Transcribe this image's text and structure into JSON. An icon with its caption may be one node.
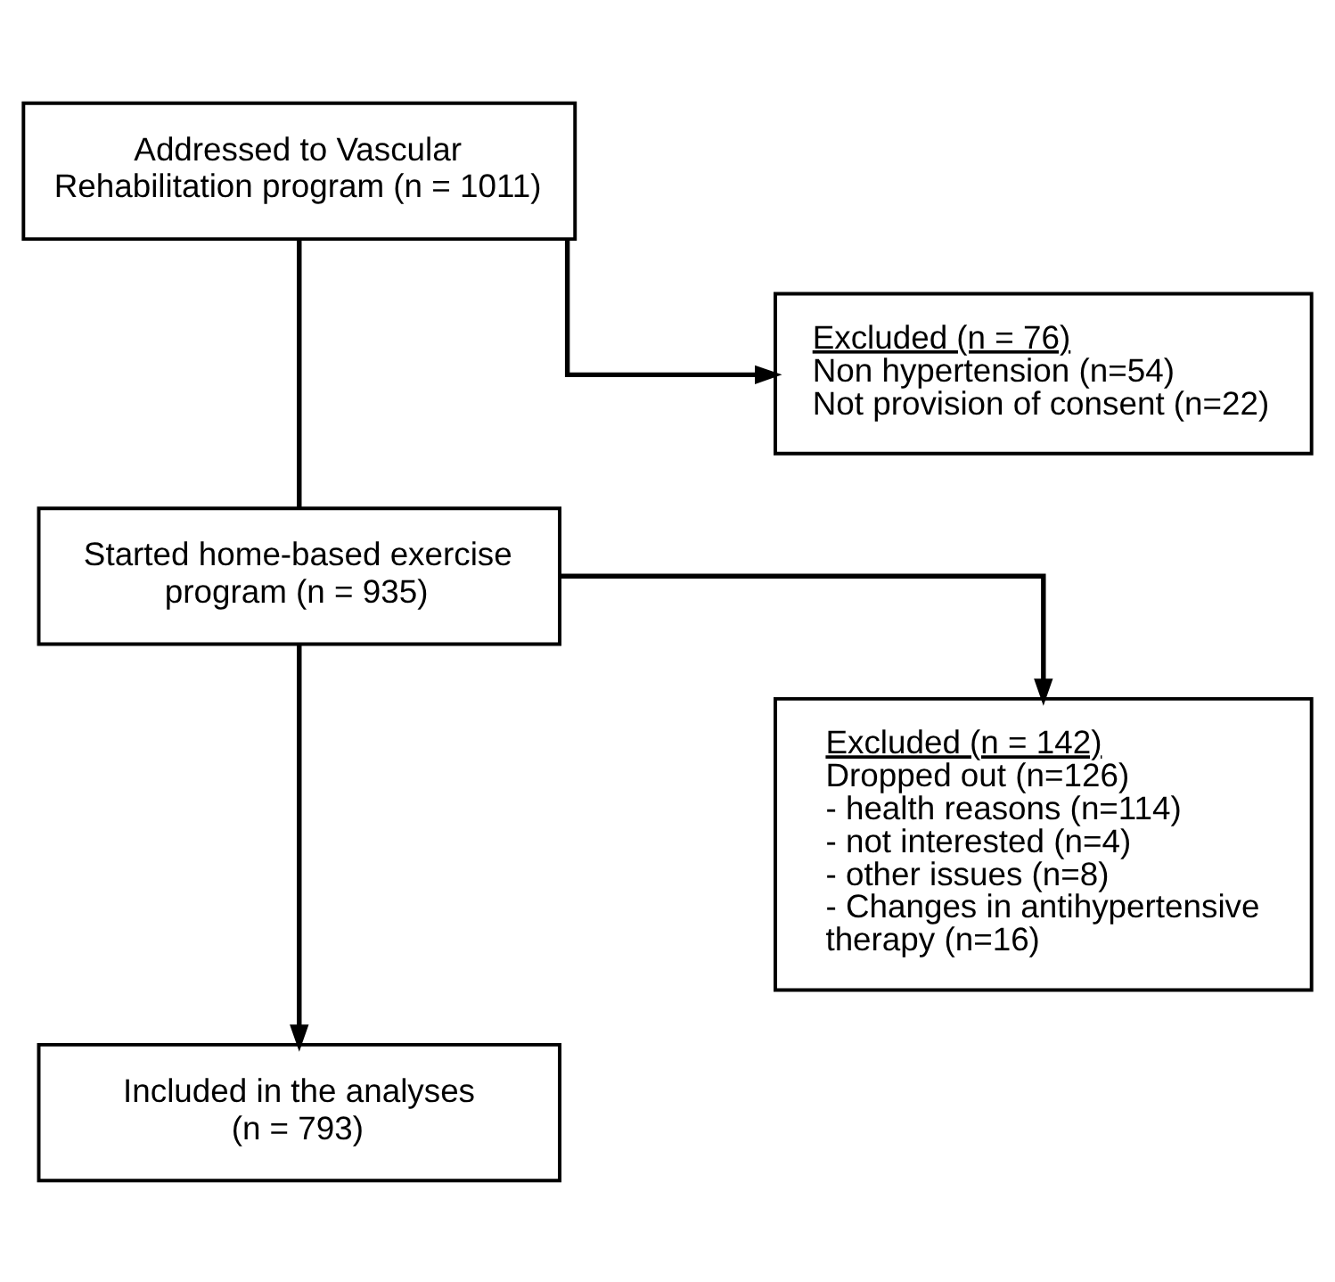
{
  "diagram": {
    "nodes": [
      {
        "text": [
          "Addressed to Vascular Rehabilitation program (n = 1011)"
        ]
      },
      {
        "text": [
          "Excluded (n = 76)",
          "Non hypertension (n=54)",
          "Not provision of consent (n=22)"
        ]
      },
      {
        "text": [
          "Started home-based exercise program (n = 935)"
        ]
      },
      {
        "text": [
          "Excluded (n = 142)",
          "Dropped out (n=126)",
          "- health reasons (n=114)",
          "- not interested (n=4)",
          "- other issues (n=8)",
          "- Changes in antihypertensive therapy (n=16)"
        ]
      },
      {
        "text": [
          "Included in the analyses (n = 793)"
        ]
      }
    ],
    "edges": [
      {
        "from": 0,
        "to": 2,
        "arrow": "none"
      },
      {
        "from": 0,
        "to": 1,
        "arrow": "to"
      },
      {
        "from": 2,
        "to": 4,
        "arrow": "to"
      },
      {
        "from": 2,
        "to": 3,
        "arrow": "to"
      }
    ]
  }
}
